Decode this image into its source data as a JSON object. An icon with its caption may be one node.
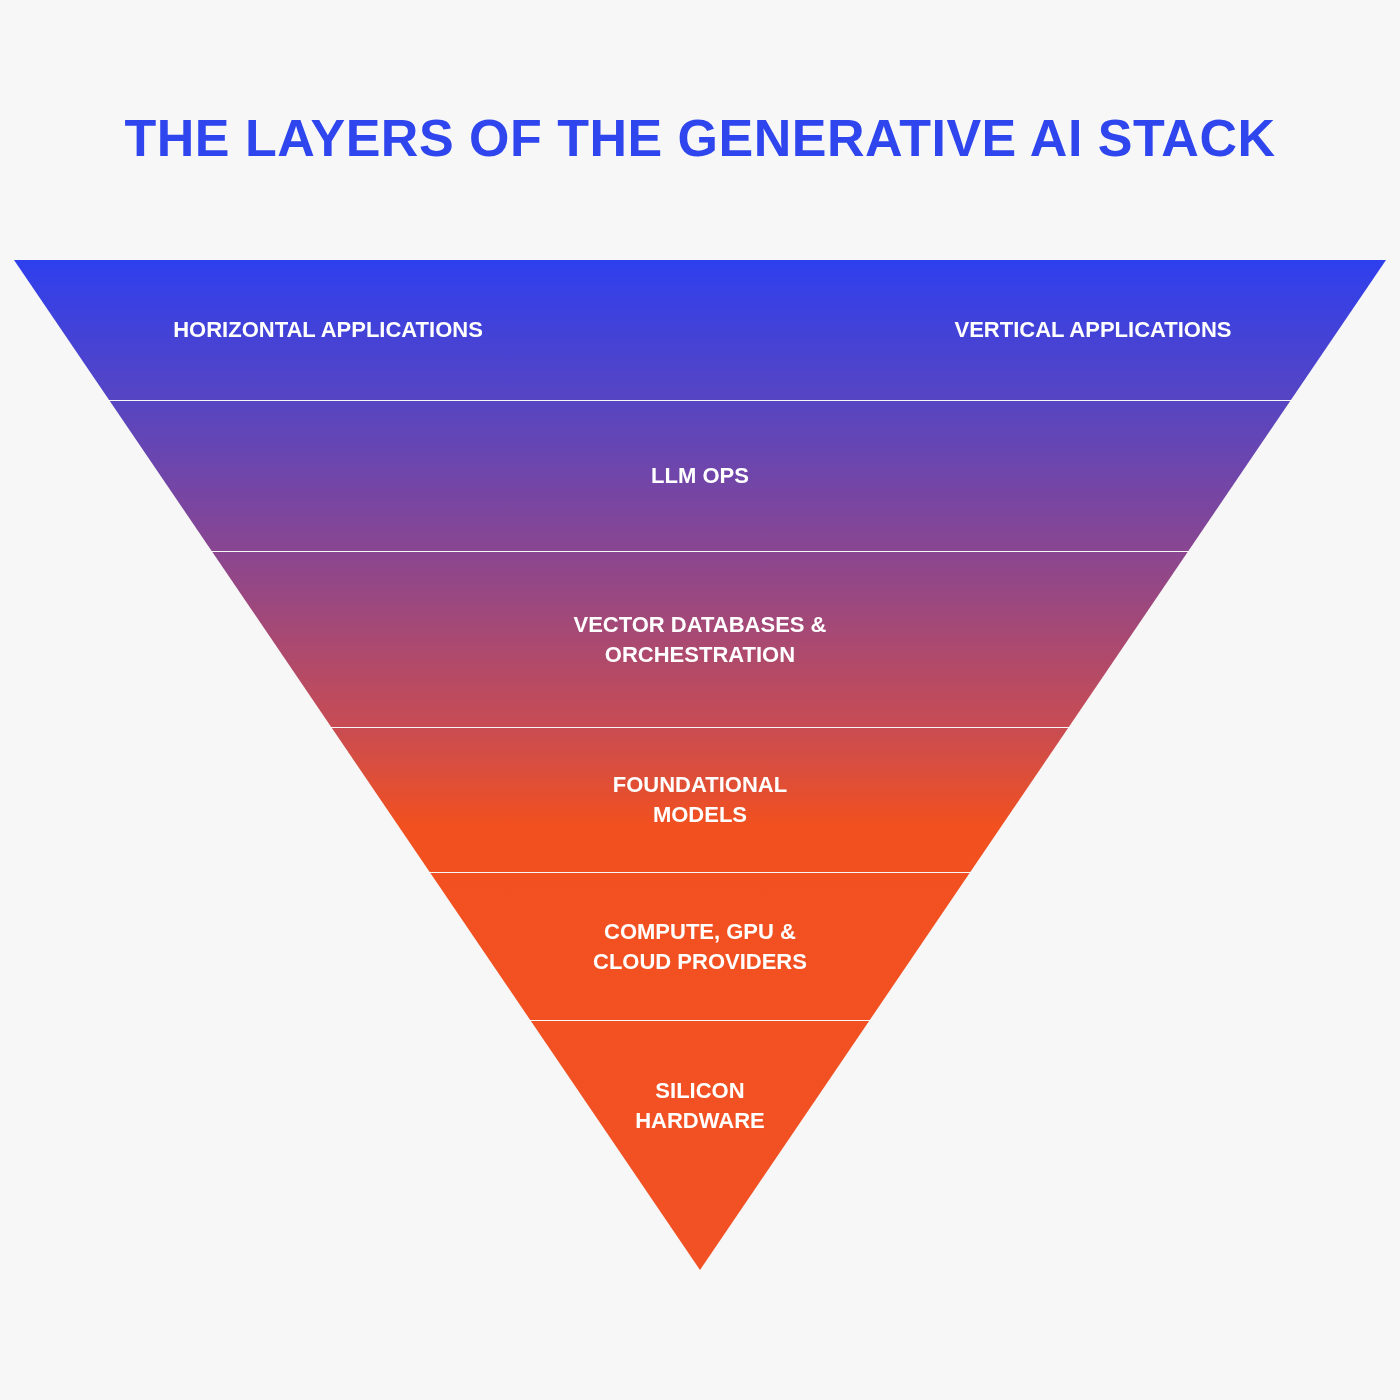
{
  "diagram": {
    "title": "THE LAYERS OF THE GENERATIVE AI STACK",
    "nodes": [
      {
        "text": [
          "HORIZONTAL APPLICATIONS"
        ]
      },
      {
        "text": [
          "VERTICAL APPLICATIONS"
        ]
      },
      {
        "text": [
          "LLM OPS"
        ]
      },
      {
        "text": [
          "VECTOR DATABASES & ORCHESTRATION"
        ]
      },
      {
        "text": [
          "FOUNDATIONAL MODELS"
        ]
      },
      {
        "text": [
          "COMPUTE, GPU & CLOUD PROVIDERS"
        ]
      },
      {
        "text": [
          "SILICON HARDWARE"
        ]
      }
    ]
  }
}
